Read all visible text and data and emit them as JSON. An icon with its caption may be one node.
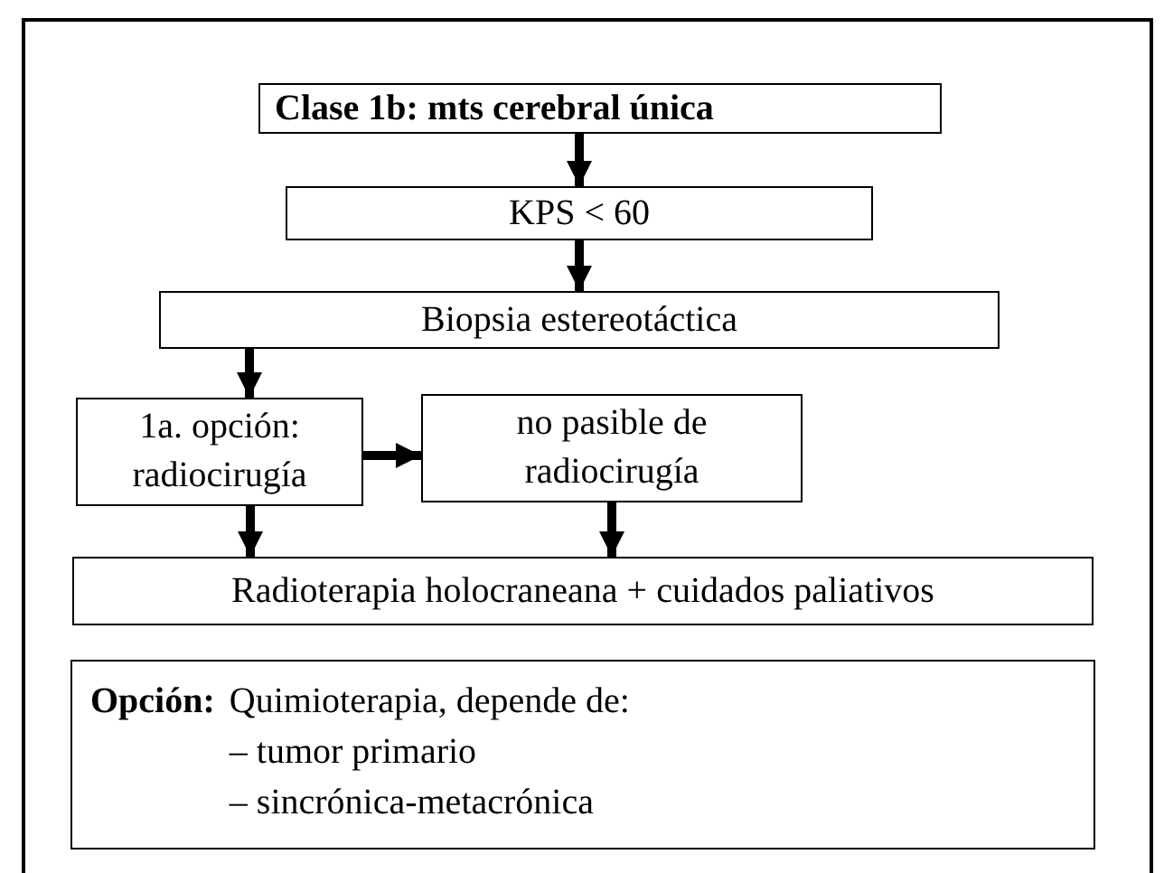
{
  "diagram": {
    "nodes": [
      {
        "text": [
          "Clase 1b: mts cerebral única"
        ]
      },
      {
        "text": [
          "KPS < 60"
        ]
      },
      {
        "text": [
          "Biopsia estereotáctica"
        ]
      },
      {
        "text": [
          "1a. opción: radiocirugía"
        ]
      },
      {
        "text": [
          "no pasible de radiocirugía"
        ]
      },
      {
        "text": [
          "Radioterapia holocraneana + cuidados paliativos"
        ]
      },
      {
        "text": [
          "Opción:",
          "Quimioterapia, depende de:",
          "– tumor primario",
          "– sincrónica-metacrónica"
        ]
      }
    ],
    "edges": [
      {
        "from": 0,
        "to": 1,
        "arrow": "to"
      },
      {
        "from": 1,
        "to": 2,
        "arrow": "to"
      },
      {
        "from": 2,
        "to": 3,
        "arrow": "to"
      },
      {
        "from": 3,
        "to": 4,
        "arrow": "to"
      },
      {
        "from": 3,
        "to": 5,
        "arrow": "to"
      },
      {
        "from": 4,
        "to": 5,
        "arrow": "to"
      }
    ]
  }
}
